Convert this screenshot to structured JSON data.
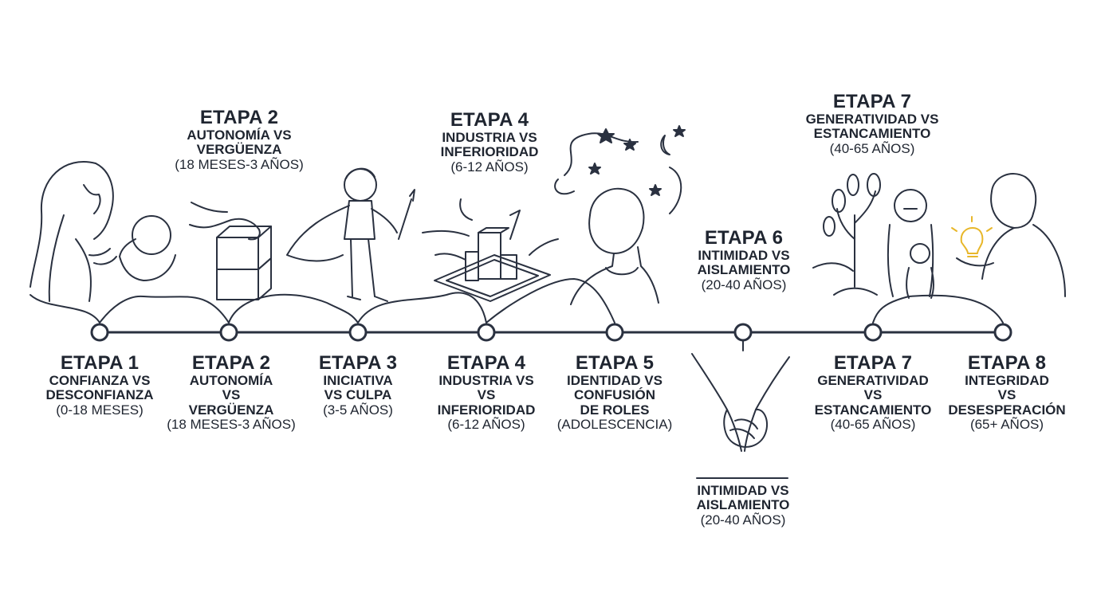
{
  "upper_labels": [
    {
      "title": "ETAPA 2",
      "lines": [
        "AUTONOMÍA VS",
        "VERGÜENZA"
      ],
      "age": "(18 MESES-3 AÑOS)"
    },
    {
      "title": "ETAPA 4",
      "lines": [
        "INDUSTRIA VS",
        "INFERIORIDAD"
      ],
      "age": "(6-12 AÑOS)"
    },
    {
      "title": "ETAPA 6",
      "lines": [
        "INTIMIDAD VS",
        "AISLAMIENTO"
      ],
      "age": "(20-40 AÑOS)"
    },
    {
      "title": "ETAPA 7",
      "lines": [
        "GENERATIVIDAD VS",
        "ESTANCAMIENTO"
      ],
      "age": "(40-65 AÑOS)"
    }
  ],
  "stages": [
    {
      "title": "ETAPA 1",
      "lines": [
        "CONFIANZA VS",
        "DESCONFIANZA"
      ],
      "age": "(0-18 MESES)"
    },
    {
      "title": "ETAPA 2",
      "lines": [
        "AUTONOMÍA",
        "VS",
        "VERGÜENZA"
      ],
      "age": "(18 MESES-3 AÑOS)"
    },
    {
      "title": "ETAPA 3",
      "lines": [
        "INICIATIVA",
        "VS CULPA"
      ],
      "age": "(3-5 AÑOS)"
    },
    {
      "title": "ETAPA 4",
      "lines": [
        "INDUSTRIA VS",
        "VS",
        "INFERIORIDAD"
      ],
      "age": "(6-12 AÑOS)"
    },
    {
      "title": "ETAPA 5",
      "lines": [
        "IDENTIDAD VS",
        "CONFUSIÓN",
        "DE ROLES"
      ],
      "age": "(ADOLESCENCIA)"
    },
    {
      "title": "ETAPA 7",
      "lines": [
        "GENERATIVIDAD",
        "VS",
        "ESTANCAMIENTO"
      ],
      "age": "(40-65 AÑOS)"
    },
    {
      "title": "ETAPA 8",
      "lines": [
        "INTEGRIDAD",
        "VS",
        "DESESPERACIÓN"
      ],
      "age": "(65+ AÑOS)"
    }
  ],
  "hands_caption": {
    "lines": [
      "INTIMIDAD VS",
      "AISLAMIENTO"
    ],
    "age": "(20-40 AÑOS)"
  },
  "colors": {
    "line": "#2a3140",
    "accent": "#e8b72a",
    "background": "#ffffff"
  }
}
